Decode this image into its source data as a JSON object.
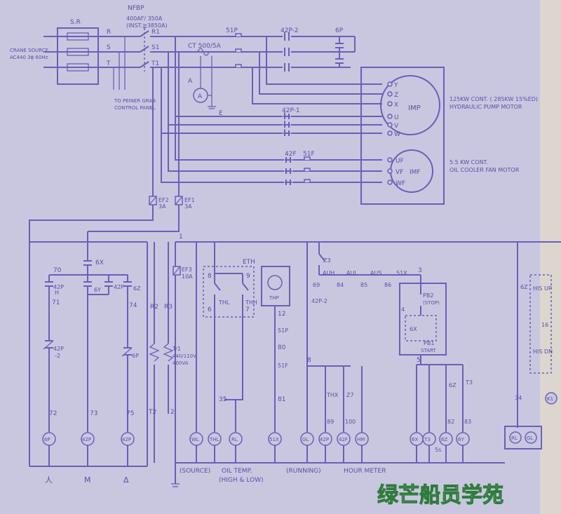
{
  "labels": {
    "sr": "S.R",
    "nfbp": "NFBP",
    "nfbp_rating": "400AF/ 350A",
    "nfbp_inst": "(INST.≧3850A)",
    "r": "R",
    "s": "S",
    "t": "T",
    "r1": "R1",
    "s1": "S1",
    "t1": "T1",
    "crane_source": "CRANE SOURCE",
    "crane_ac": "AC440 3ϕ 60Hz",
    "peiner_1": "TO PEINER GRAB",
    "peiner_2": "CONTROL PANEL",
    "ct": "CT 500/5A",
    "a_label": "A",
    "a_meter": "A",
    "e_label": "E",
    "c51p_top": "51P",
    "c42p2_top": "42P-2",
    "c6p_top": "6P",
    "c42p1": "42P-1",
    "c42f": "42F",
    "c51f": "51F",
    "imp_terms": [
      "Y",
      "Z",
      "X",
      "U",
      "V",
      "W"
    ],
    "imp": "IMP",
    "imp_desc1": "125KW CONT. ( 285KW 15%ED)",
    "imp_desc2": "HYDRAULIC PUMP MOTOR",
    "imf_terms": [
      "UF",
      "VF",
      "WF"
    ],
    "imf": "IMF",
    "imf_desc1": "5.5 KW CONT.",
    "imf_desc2": "OIL COOLER FAN MOTOR",
    "ef2": "EF2",
    "ef2_a": "3A",
    "ef1": "EF1",
    "ef1_a": "3A",
    "ef3": "EF3",
    "ef3_a": "10A",
    "n1": "1",
    "n2": "2",
    "c6x": "6X",
    "n70": "70",
    "c42p_a": "42P",
    "c42p_a2": "H",
    "c6y": "6Y",
    "c42p_b": "42P",
    "c6z": "6Z",
    "n71": "71",
    "n74": "74",
    "c42p_2": "42P",
    "c42p_2b": "-2",
    "c6p": "6P",
    "n72": "72",
    "n73": "73",
    "n75": "75",
    "r2": "R2",
    "r3": "R3",
    "t2": "T2",
    "tr1": "Tr1",
    "tr1_v": "440/110V",
    "tr1_va": "400VA",
    "eth": "ETH",
    "thl": "THL",
    "thh": "THH",
    "n8": "8",
    "n9": "9",
    "n6": "6",
    "n7": "7",
    "thp": "THP",
    "n12": "12",
    "c51p": "51P",
    "n80": "80",
    "c51f_b": "51F",
    "n81": "81",
    "n35": "35",
    "cz3": "Z3",
    "n69": "69",
    "c42p2_b": "42P-2",
    "n8b": "8",
    "auh": "AUH",
    "aul": "AUL",
    "aus": "AUS",
    "c51x": "51X",
    "n84": "84",
    "n85": "85",
    "n86": "86",
    "n3": "3",
    "pb2": "PB2",
    "pb2_s": "(STOP)",
    "n4": "4",
    "c6x_b": "6X",
    "pb1": "PB1",
    "pb1_s": "START",
    "n5": "5",
    "thx": "THX",
    "z7": "Z7",
    "n89": "89",
    "n100": "100",
    "t3": "T3",
    "n82": "82",
    "n83": "83",
    "s5": "5s",
    "c6z_b": "6Z",
    "his_up": "HIS UP",
    "n16": "16",
    "his_dn": "HIS DN",
    "n34": "34",
    "lamps": [
      "6P",
      "42P",
      "42P",
      "WL",
      "THL",
      "RL",
      "51X",
      "GL",
      "42P",
      "42F",
      "HM",
      "6X",
      "T3",
      "6Z",
      "6Y",
      "RL",
      "GL",
      "K1"
    ],
    "bottom_source": "(SOURCE)",
    "bottom_oiltemp1": "OIL TEMP.",
    "bottom_oiltemp2": "(HIGH & LOW)",
    "bottom_running": "(RUNNING)",
    "bottom_hour": "HOUR METER",
    "sym_y": "人",
    "sym_m": "M",
    "sym_d": "Δ",
    "watermark": "绿芒船员学苑"
  },
  "colors": {
    "paper": "#c9c7e0",
    "ink": "#6a5fb8",
    "watermark_fill": "#7be08a"
  }
}
